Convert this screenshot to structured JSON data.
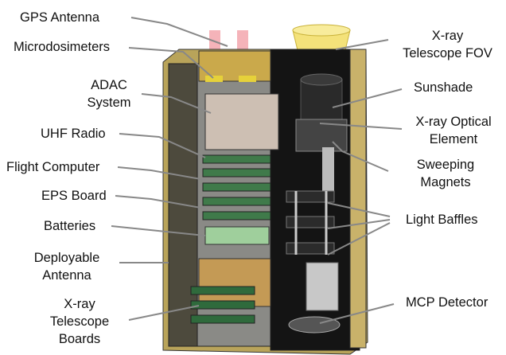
{
  "labels_left": {
    "gps": "GPS Antenna",
    "micro": "Microdosimeters",
    "adac_1": "ADAC",
    "adac_2": "System",
    "uhf": "UHF Radio",
    "flight": "Flight Computer",
    "eps": "EPS Board",
    "batteries": "Batteries",
    "deploy_1": "Deployable",
    "deploy_2": "Antenna",
    "boards_1": "X-ray",
    "boards_2": "Telescope",
    "boards_3": "Boards"
  },
  "labels_right": {
    "fov_1": "X-ray",
    "fov_2": "Telescope FOV",
    "sunshade": "Sunshade",
    "optic_1": "X-ray Optical",
    "optic_2": "Element",
    "magnets_1": "Sweeping",
    "magnets_2": "Magnets",
    "baffles": "Light Baffles",
    "mcp": "MCP Detector"
  }
}
